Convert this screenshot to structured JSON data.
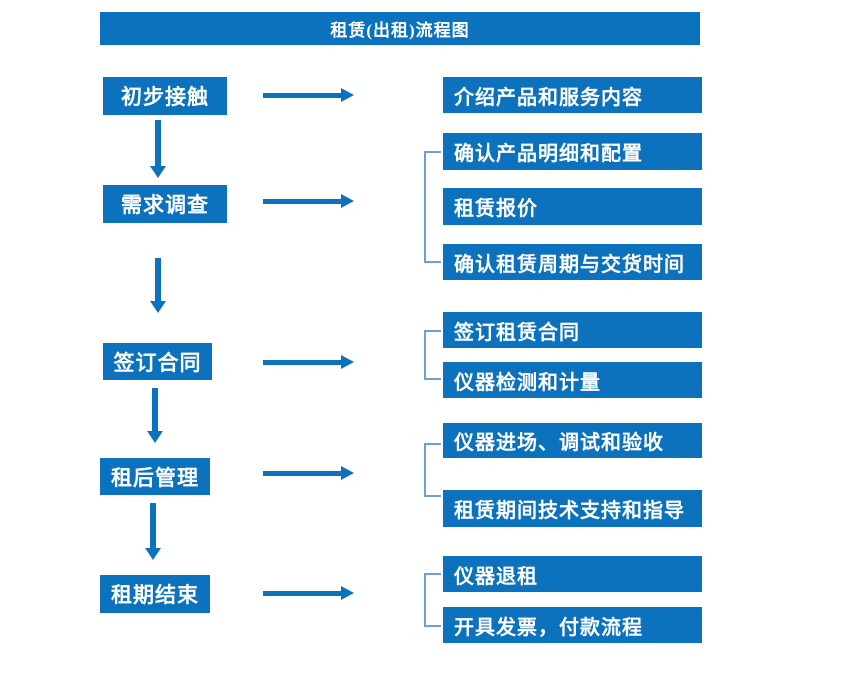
{
  "title": "租赁(出租)流程图",
  "colors": {
    "box_blue": "#0d72bd",
    "bracket_blue": "#6ea0d8",
    "text_white": "#ffffff",
    "background": "#ffffff"
  },
  "steps": [
    {
      "label": "初步接触",
      "details": [
        "介绍产品和服务内容"
      ]
    },
    {
      "label": "需求调查",
      "details": [
        "确认产品明细和配置",
        "租赁报价",
        "确认租赁周期与交货时间"
      ]
    },
    {
      "label": "签订合同",
      "details": [
        "签订租赁合同",
        "仪器检测和计量"
      ]
    },
    {
      "label": "租后管理",
      "details": [
        "仪器进场、调试和验收",
        "租赁期间技术支持和指导"
      ]
    },
    {
      "label": "租期结束",
      "details": [
        "仪器退租",
        "开具发票，付款流程"
      ]
    }
  ]
}
